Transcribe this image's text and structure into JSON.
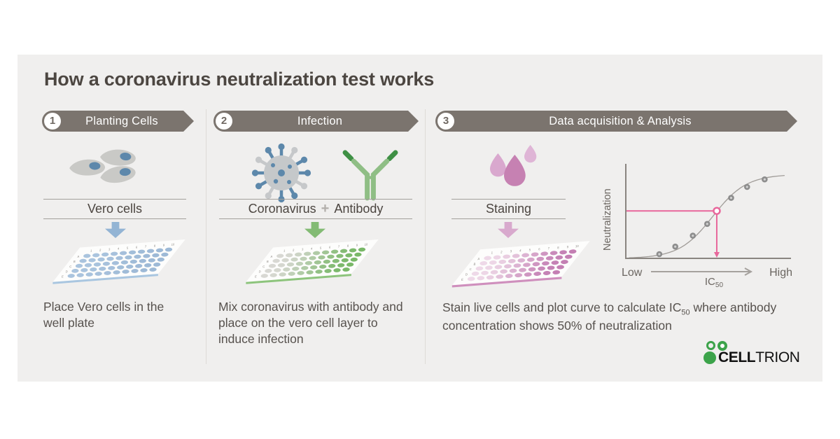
{
  "title": "How a coronavirus neutralization test works",
  "colors": {
    "panel_bg": "#f0efee",
    "banner": "#7b746e",
    "title_text": "#4c4641",
    "body_text": "#57524e",
    "accent_blue": "#5d88ab",
    "accent_green": "#6fb05c",
    "accent_pink": "#c681b2",
    "chart_pink": "#e8679b",
    "logo_green": "#3ca34a"
  },
  "steps": [
    {
      "number": "1",
      "label": "Planting Cells"
    },
    {
      "number": "2",
      "label": "Infection"
    },
    {
      "number": "3",
      "label": "Data acquisition & Analysis"
    }
  ],
  "step1": {
    "item_label": "Vero cells",
    "caption": "Place Vero cells in the well plate"
  },
  "step2": {
    "item_left": "Coronavirus",
    "plus": "+",
    "item_right": "Antibody",
    "caption": "Mix coronavirus with antibody and place on the vero cell layer to induce infection"
  },
  "step3": {
    "item_label": "Staining",
    "caption_pre": "Stain live cells and plot curve to calculate IC",
    "caption_sub": "50",
    "caption_post": " where antibody concentration shows 50% of neutralization"
  },
  "plates": {
    "labels_cols": [
      "1",
      "2",
      "3",
      "4",
      "5",
      "6",
      "7",
      "8",
      "9",
      "10"
    ],
    "labels_rows": [
      "A",
      "B",
      "C",
      "D",
      "E"
    ],
    "p1": {
      "start": "#aac4de",
      "end": "#9db9d6",
      "edge": "#a9c6e0"
    },
    "p2": {
      "start": "#d8d8d3",
      "end": "#79b868",
      "edge": "#8dc47c"
    },
    "p3": {
      "start": "#eed9e8",
      "end": "#c47fb3",
      "edge": "#cf8fbd"
    }
  },
  "chart_data": {
    "type": "line",
    "title": "Neutralization sigmoid curve vs antibody concentration",
    "ylabel": "Neutralization",
    "xlabel_left": "Low",
    "xlabel_right": "High",
    "x_annotation": "IC",
    "x_annotation_sub": "50",
    "x": [
      0.21,
      0.31,
      0.42,
      0.51,
      0.66,
      0.76,
      0.87
    ],
    "y": [
      0.05,
      0.14,
      0.27,
      0.41,
      0.72,
      0.85,
      0.94
    ],
    "ic50_point": {
      "x": 0.57,
      "y": 0.565
    },
    "curve": "sigmoid",
    "point_color": "#8d8d8d",
    "curve_color": "#a09c98",
    "pink": "#e8679b"
  },
  "logo": {
    "bold": "CELL",
    "light": "TRION"
  }
}
